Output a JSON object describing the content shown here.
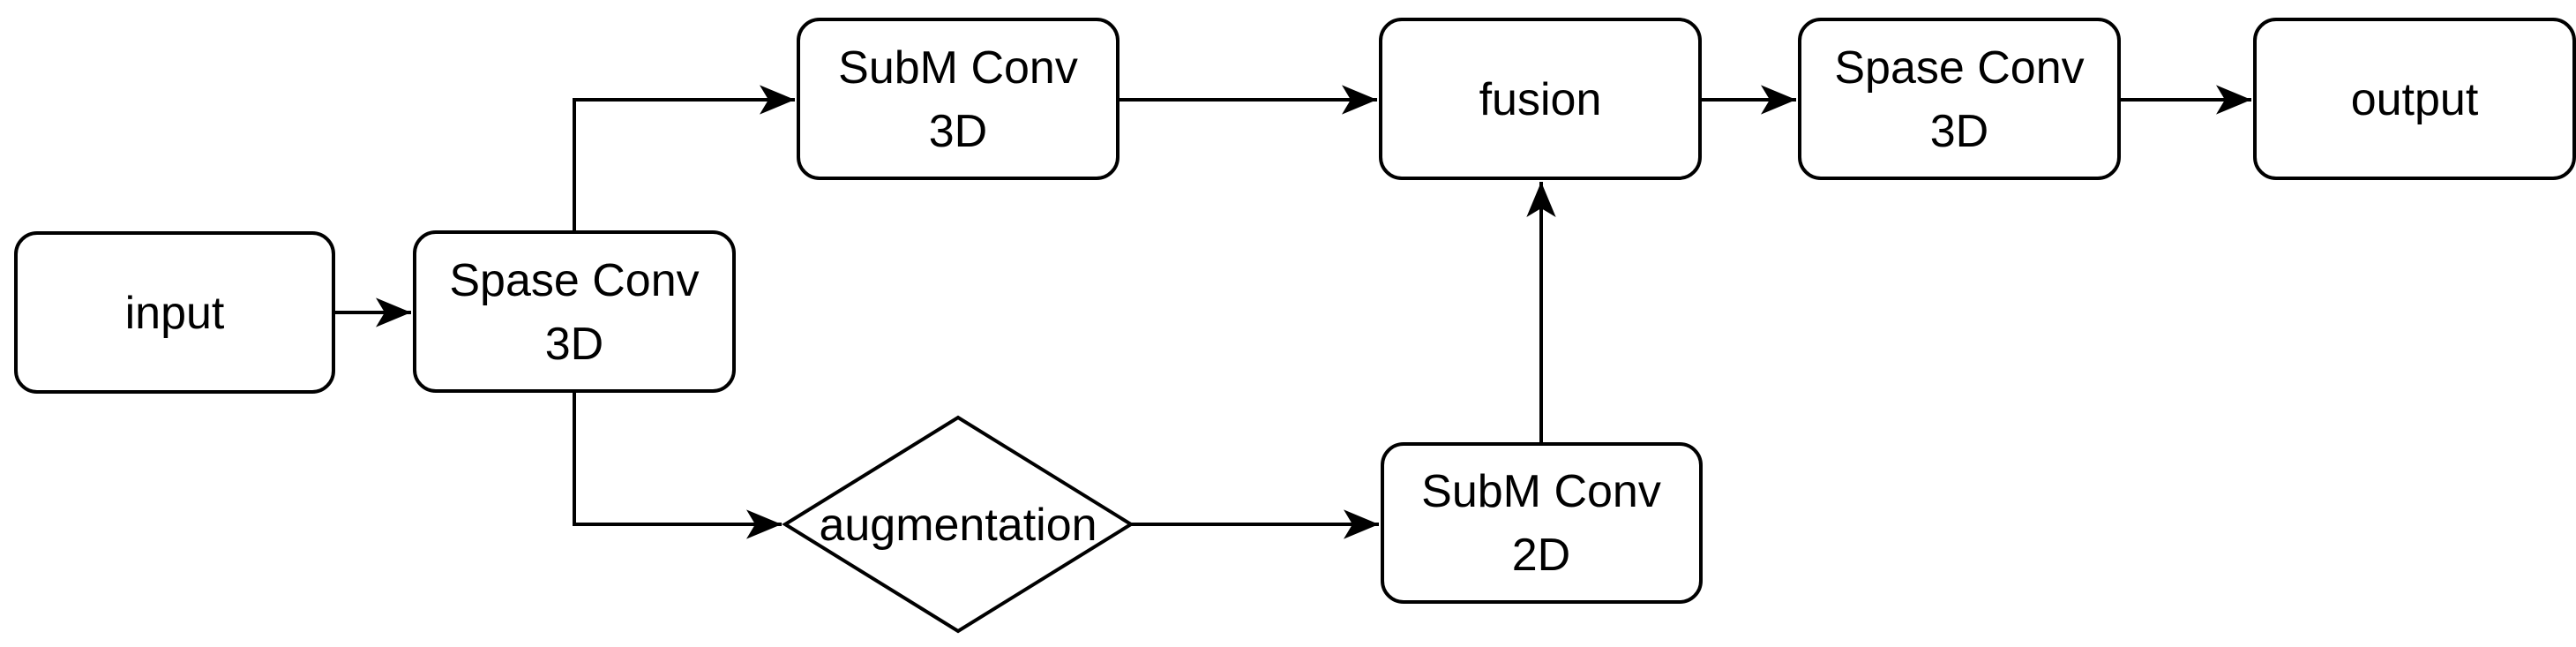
{
  "colors": {
    "line": "#000000",
    "node_fill": "#ffffff",
    "text": "#000000",
    "background": "#ffffff"
  },
  "nodes": {
    "input": {
      "label": "input"
    },
    "sparse_conv_3d_a": {
      "line1": "Spase Conv",
      "line2": "3D"
    },
    "subm_conv_3d": {
      "line1": "SubM Conv",
      "line2": "3D"
    },
    "fusion": {
      "label": "fusion"
    },
    "sparse_conv_3d_b": {
      "line1": "Spase Conv",
      "line2": "3D"
    },
    "output": {
      "label": "output"
    },
    "augmentation": {
      "label": "augmentation"
    },
    "subm_conv_2d": {
      "line1": "SubM Conv",
      "line2": "2D"
    }
  }
}
